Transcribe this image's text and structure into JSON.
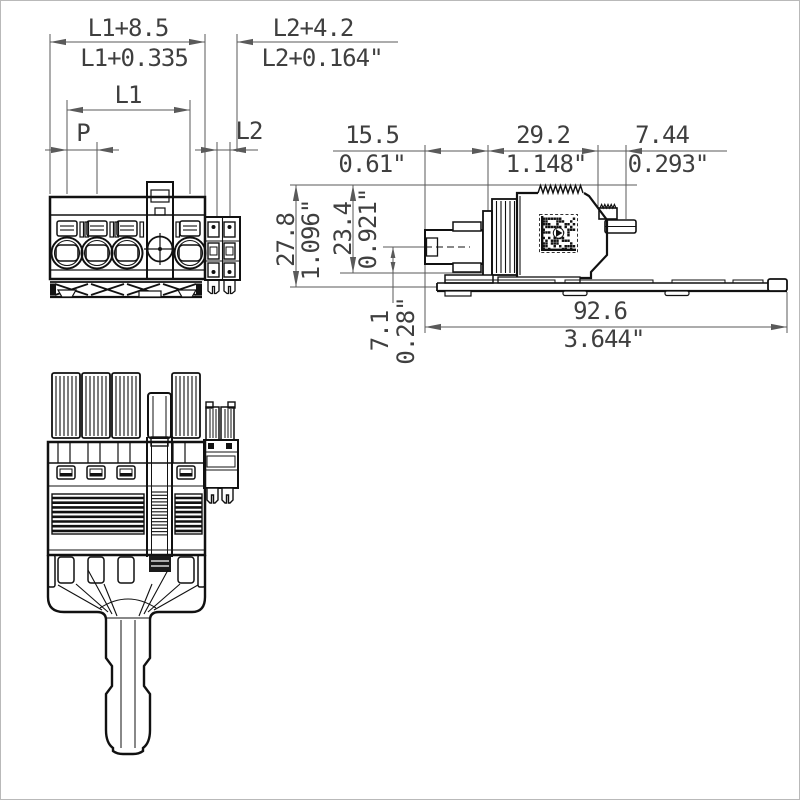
{
  "page": {
    "background": "#ffffff",
    "border_color": "#b9b9b9"
  },
  "colors": {
    "line": "#111111",
    "dim_line": "#5a5a5a",
    "dim_text": "#3f3f3f"
  },
  "views": {
    "front": "front-view",
    "side": "side-view",
    "bottom": "bottom-view"
  },
  "dims": {
    "front_total_mm": "L1+8.5",
    "front_total_in": "L1+0.335",
    "front_l1": "L1",
    "front_pitch": "P",
    "front_l2": "L2",
    "front_right_mm": "L2+4.2",
    "front_right_in": "L2+0.164\"",
    "side_nose_mm": "15.5",
    "side_nose_in": "0.61\"",
    "side_body_mm": "29.2",
    "side_body_in": "1.148\"",
    "side_latch_mm": "7.44",
    "side_latch_in": "0.293\"",
    "side_height_mm": "27.8",
    "side_height_in": "1.096\"",
    "side_inner_mm": "23.4",
    "side_inner_in": "0.921\"",
    "side_axis_mm": "7.1",
    "side_axis_in": "0.28\"",
    "side_strip_mm": "92.6",
    "side_strip_in": "3.644\""
  }
}
